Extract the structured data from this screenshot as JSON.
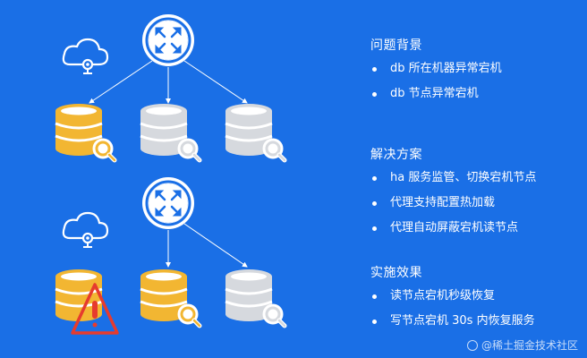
{
  "sections": [
    {
      "title": "问题背景",
      "items": [
        "db 所在机器异常宕机",
        "db 节点异常宕机"
      ]
    },
    {
      "title": "解决方案",
      "items": [
        "ha 服务监管、切换宕机节点",
        "代理支持配置热加载",
        "代理自动屏蔽宕机读节点"
      ]
    },
    {
      "title": "实施效果",
      "items": [
        "读节点宕机秒级恢复",
        "写节点宕机 30s 内恢复服务"
      ]
    }
  ],
  "watermark": "@稀土掘金技术社区",
  "colors": {
    "background": "#1a6fe6",
    "primary_db": "#f2b632",
    "replica_db": "#d6d9de",
    "router": "#ffffff",
    "alert": "#e63b2e"
  },
  "icons": [
    "cloud-camera-icon",
    "router-icon",
    "database-icon",
    "magnifier-icon",
    "warning-icon"
  ]
}
